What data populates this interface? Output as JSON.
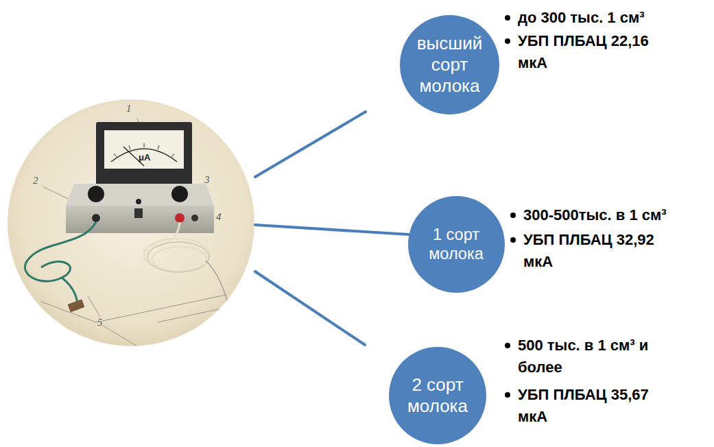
{
  "diagram": {
    "nodes": [
      {
        "text": [
          "высший сорт молока"
        ]
      },
      {
        "text": [
          "1 сорт молока"
        ]
      },
      {
        "text": [
          "2 сорт молока"
        ]
      }
    ],
    "labels": [
      "1",
      "μA",
      "2",
      "3",
      "4",
      "5",
      "до 300 тыс. 1 см³",
      "УБП ПЛБАЦ 22,16 мкА",
      "300-500тыс. в 1 см³",
      "УБП ПЛБАЦ 32,92 мкА",
      "500 тыс. в 1 см³ и более",
      "УБП ПЛБАЦ 35,67 мкА"
    ]
  }
}
